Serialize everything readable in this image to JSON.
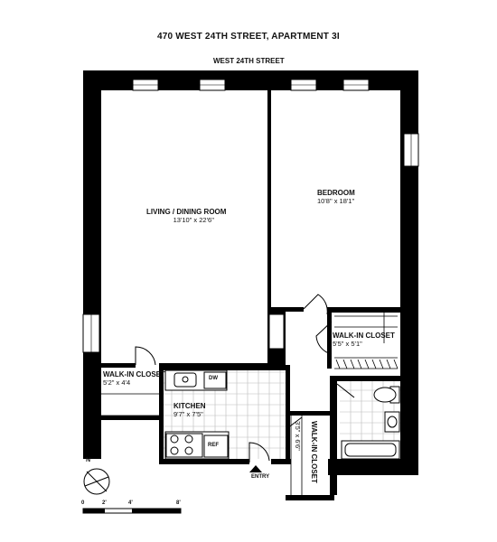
{
  "header": {
    "title": "470 WEST 24TH STREET, APARTMENT 3I",
    "street_label": "WEST 24TH STREET"
  },
  "rooms": {
    "living": {
      "name": "LIVING / DINING ROOM",
      "dims": "13'10\" x 22'6\""
    },
    "bedroom": {
      "name": "BEDROOM",
      "dims": "10'8\" x 18'1\""
    },
    "walkin_left": {
      "name": "WALK-IN CLOSET",
      "dims": "5'2\" x 4'4"
    },
    "walkin_bedroom": {
      "name": "WALK-IN CLOSET",
      "dims": "5'5\" x 5'1\""
    },
    "kitchen": {
      "name": "KITCHEN",
      "dims": "9'7\" x 7'5\""
    },
    "walkin_entry": {
      "name": "WALK-IN CLOSET",
      "dims": "3'5\" x 6'6\""
    }
  },
  "fixtures": {
    "dishwasher": "DW",
    "refrigerator": "REF"
  },
  "entry_label": "ENTRY",
  "compass": {
    "label": "N"
  },
  "scale": {
    "ticks": [
      "0",
      "2'",
      "4'",
      "8'"
    ]
  }
}
